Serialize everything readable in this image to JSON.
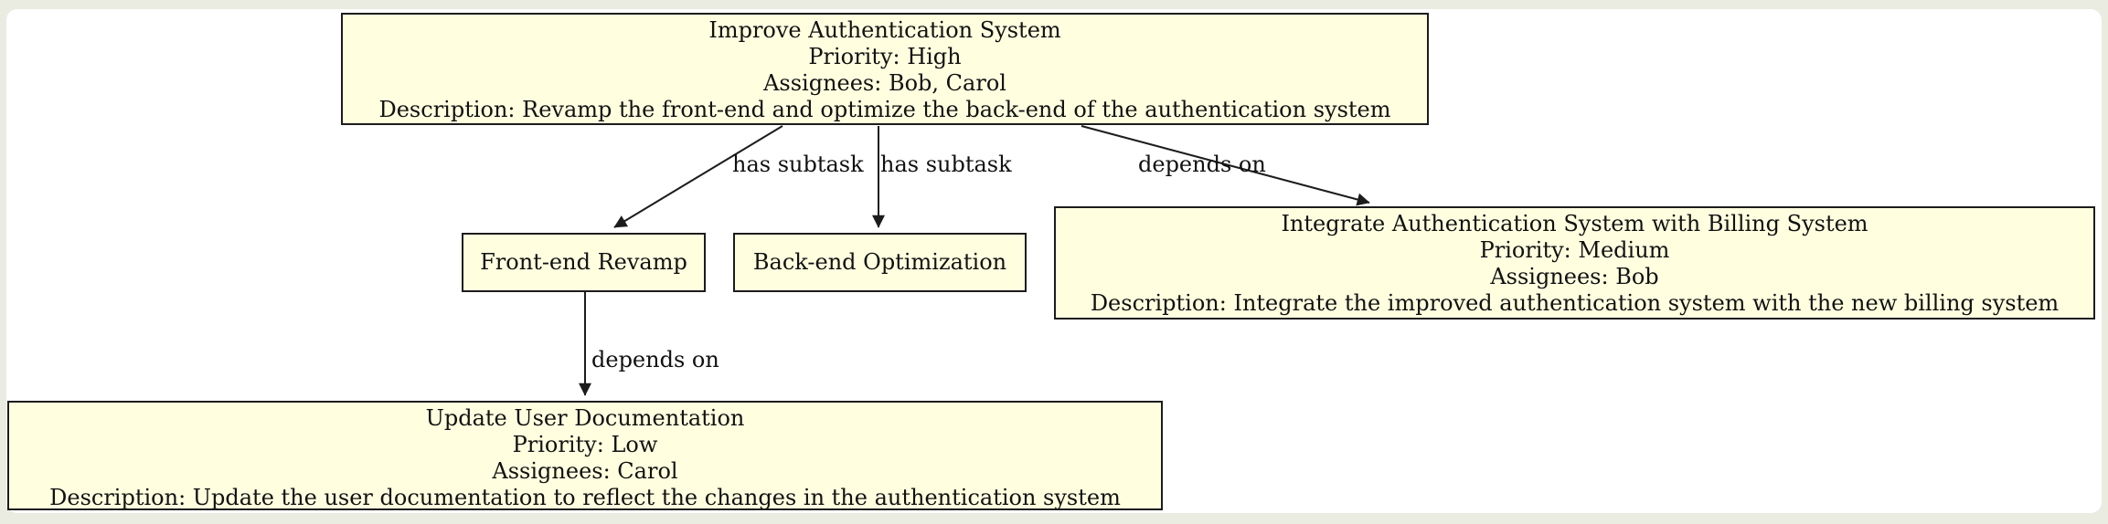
{
  "diagram": {
    "kind": "task-dependency-graph",
    "colors": {
      "page_background": "#eaece2",
      "canvas_background": "#ffffff",
      "node_fill": "#ffffe0",
      "node_border": "#1c1c1c",
      "edge_color": "#1c1c1c",
      "text_color": "#111111"
    },
    "nodes": [
      {
        "id": "improve-authentication-system",
        "title": "Improve Authentication System",
        "priority": "Priority: High",
        "assignees": "Assignees: Bob, Carol",
        "description": "Description: Revamp the front-end and optimize the back-end of the authentication system"
      },
      {
        "id": "front-end-revamp",
        "title": "Front-end Revamp"
      },
      {
        "id": "back-end-optimization",
        "title": "Back-end Optimization"
      },
      {
        "id": "integrate-authentication-with-billing",
        "title": "Integrate Authentication System with Billing System",
        "priority": "Priority: Medium",
        "assignees": "Assignees: Bob",
        "description": "Description: Integrate the improved authentication system with the new billing system"
      },
      {
        "id": "update-user-documentation",
        "title": "Update User Documentation",
        "priority": "Priority: Low",
        "assignees": "Assignees: Carol",
        "description": "Description: Update the user documentation to reflect the changes in the authentication system"
      }
    ],
    "edges": [
      {
        "from": "improve-authentication-system",
        "to": "front-end-revamp",
        "label": "has subtask"
      },
      {
        "from": "improve-authentication-system",
        "to": "back-end-optimization",
        "label": "has subtask"
      },
      {
        "from": "improve-authentication-system",
        "to": "integrate-authentication-with-billing",
        "label": "depends on"
      },
      {
        "from": "front-end-revamp",
        "to": "update-user-documentation",
        "label": "depends on"
      }
    ]
  }
}
